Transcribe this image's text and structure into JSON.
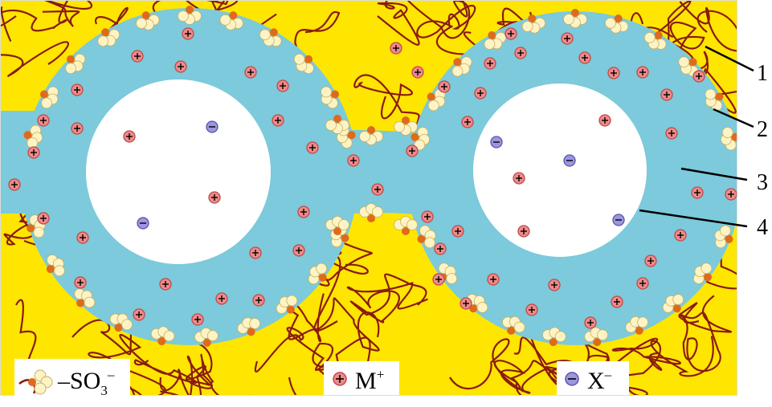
{
  "figure": {
    "callouts": [
      {
        "label": "1",
        "target": "polymer-backbone"
      },
      {
        "label": "2",
        "target": "sulfonate-group"
      },
      {
        "label": "3",
        "target": "water-channel"
      },
      {
        "label": "4",
        "target": "pore-interior"
      }
    ],
    "legend": [
      {
        "symbol": "sulfonate-cluster-icon",
        "text_main": "–SO",
        "subscript": "3",
        "superscript": "–"
      },
      {
        "symbol": "cation-icon",
        "text_main": "M",
        "superscript": "+"
      },
      {
        "symbol": "anion-icon",
        "text_main": "X",
        "superscript": "–"
      }
    ],
    "colors": {
      "polymer_matrix": "#ffe600",
      "polymer_chain": "#8b1a10",
      "water_channel": "#7ccadb",
      "pore": "#ffffff",
      "sulfonate_ball": "#fdf3c4",
      "sulfonate_core": "#e06a1b",
      "cation": "#ee8a8a",
      "anion": "#9c96e0"
    }
  }
}
